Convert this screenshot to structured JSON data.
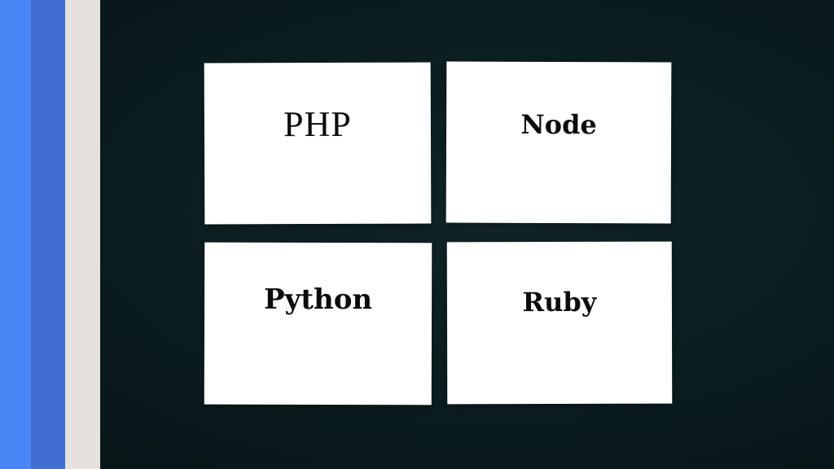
{
  "cards": {
    "php": "PHP",
    "node": "Node",
    "python": "Python",
    "ruby": "Ruby"
  },
  "colors": {
    "background": "#0b1c1e",
    "stripe_1": "#4a86f5",
    "stripe_2": "#3d6ed0",
    "stripe_3": "#e6e1dc",
    "card": "#ffffff",
    "text": "#0c0c0c"
  }
}
